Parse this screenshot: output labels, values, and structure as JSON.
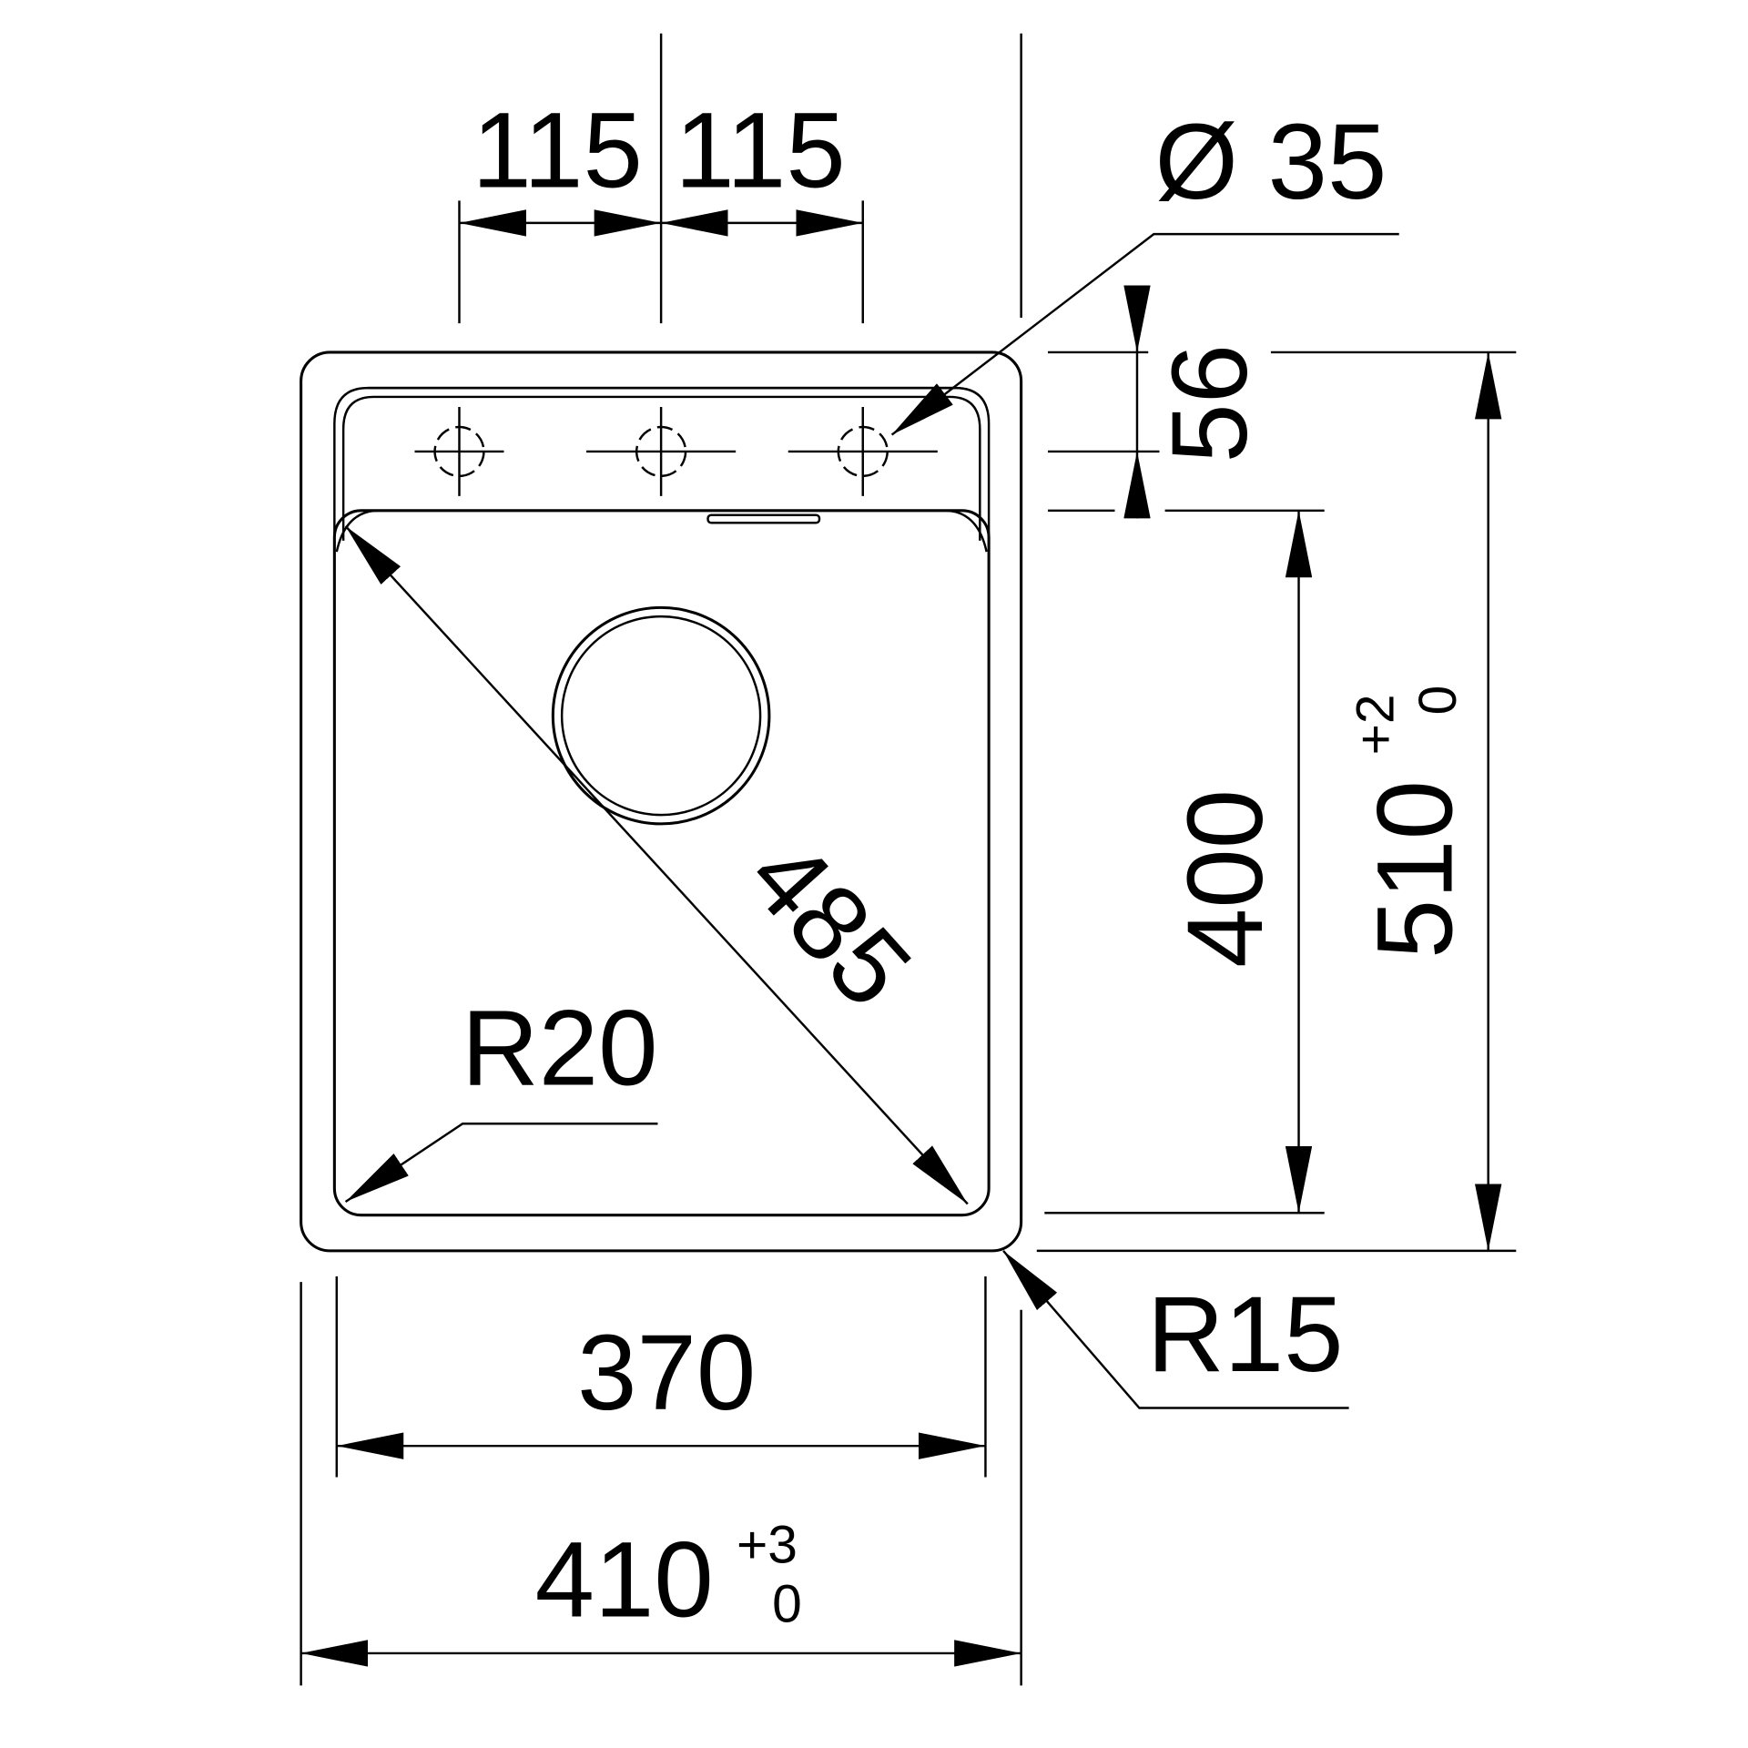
{
  "drawing": {
    "hole_spacing_left": "115",
    "hole_spacing_right": "115",
    "tap_hole_diameter": "Ø 35",
    "ledge_depth": "56",
    "bowl_length": "400",
    "overall_length": "510",
    "overall_length_tol_plus": "+2",
    "overall_length_tol_minus": "0",
    "diagonal": "485",
    "inner_radius": "R20",
    "outer_radius": "R15",
    "bowl_width": "370",
    "overall_width": "410",
    "overall_width_tol_plus": "+3",
    "overall_width_tol_minus": "0"
  }
}
